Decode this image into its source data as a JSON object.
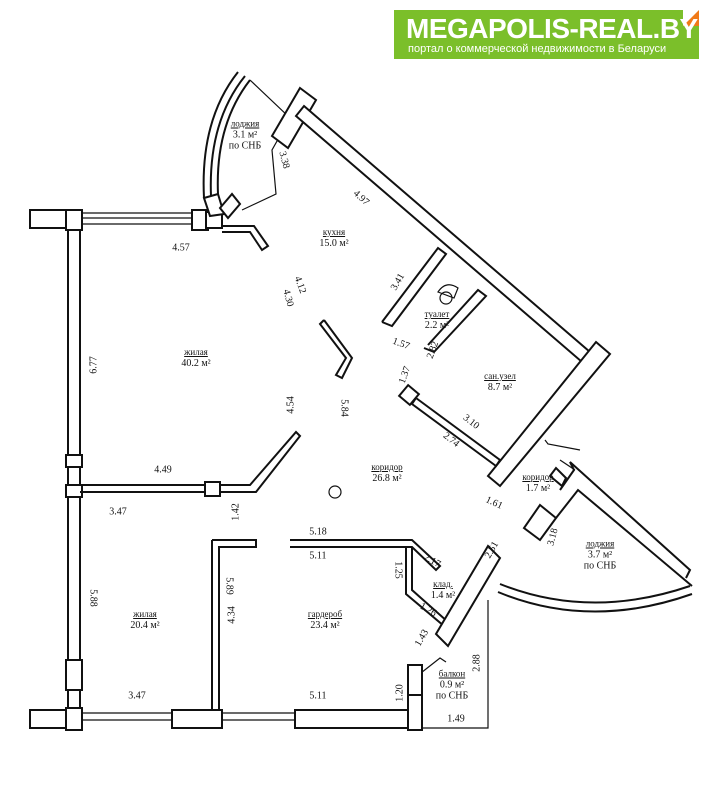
{
  "logo": {
    "title": "MEGAPOLIS-REAL.BY",
    "subtitle": "портал о коммерческой недвижимости в Беларуси",
    "color": "#7bbf2a",
    "accent": "#f07a18"
  },
  "rooms": [
    {
      "name": "лоджия",
      "area": "3.1 м²",
      "note": "по СНБ"
    },
    {
      "name": "кухня",
      "area": "15.0 м²",
      "note": ""
    },
    {
      "name": "жилая",
      "area": "40.2 м²",
      "note": ""
    },
    {
      "name": "туалет",
      "area": "2.2 м²",
      "note": ""
    },
    {
      "name": "сан.узел",
      "area": "8.7 м²",
      "note": ""
    },
    {
      "name": "коридор",
      "area": "26.8 м²",
      "note": ""
    },
    {
      "name": "коридор",
      "area": "1.7 м²",
      "note": ""
    },
    {
      "name": "лоджия",
      "area": "3.7 м²",
      "note": "по СНБ"
    },
    {
      "name": "клад.",
      "area": "1.4 м²",
      "note": ""
    },
    {
      "name": "жилая",
      "area": "20.4 м²",
      "note": ""
    },
    {
      "name": "гардероб",
      "area": "23.4 м²",
      "note": ""
    },
    {
      "name": "балкон",
      "area": "0.9 м²",
      "note": "по СНБ"
    }
  ],
  "dimensions": [
    "3.38",
    "4.97",
    "4.57",
    "6.77",
    "4.12",
    "4.30",
    "3.41",
    "1.57",
    "2.82",
    "1.37",
    "3.10",
    "2.74",
    "4.54",
    "5.84",
    "4.49",
    "3.47",
    "1.42",
    "5.18",
    "5.11",
    "2.17",
    "2.51",
    "1.25",
    "1.26",
    "1.43",
    "1.61",
    "3.18",
    "5.88",
    "5.89",
    "4.34",
    "2.88",
    "1.20",
    "3.47",
    "5.11",
    "1.49"
  ]
}
